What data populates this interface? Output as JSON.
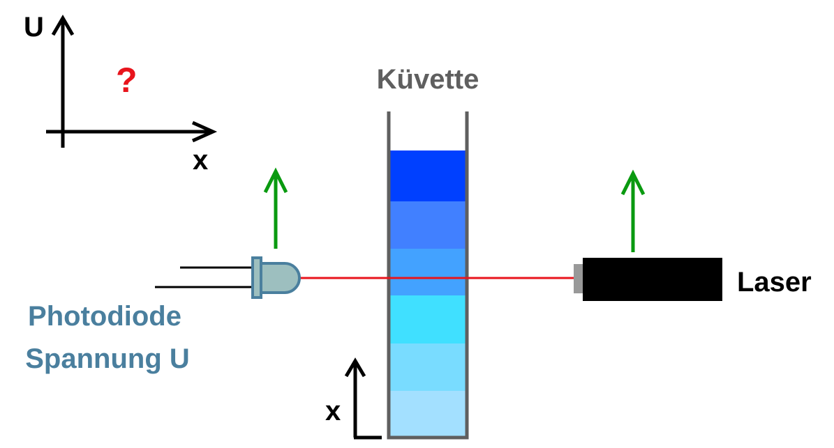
{
  "axis_plot": {
    "y_label": "U",
    "x_label": "x",
    "unknown_mark": "?",
    "unknown_color": "#e8141c"
  },
  "cuvette": {
    "label": "Küvette",
    "label_color": "#5f5f5f",
    "wall_color": "#5f5f5f",
    "layer_colors": [
      "#0040ff",
      "#4180ff",
      "#43a2ff",
      "#40e0ff",
      "#79dcff",
      "#a3e0ff"
    ],
    "height_axis_label": "x"
  },
  "photodiode": {
    "label_line1": "Photodiode",
    "label_line2": "Spannung U",
    "label_color": "#4a7f9e",
    "body_color": "#9dbfbf",
    "outline_color": "#4a7f9e"
  },
  "laser": {
    "label": "Laser",
    "body_color": "#000000",
    "aperture_color": "#999999"
  },
  "beam": {
    "color": "#e8141c"
  },
  "motion_arrows": {
    "color": "#0a9a10"
  }
}
